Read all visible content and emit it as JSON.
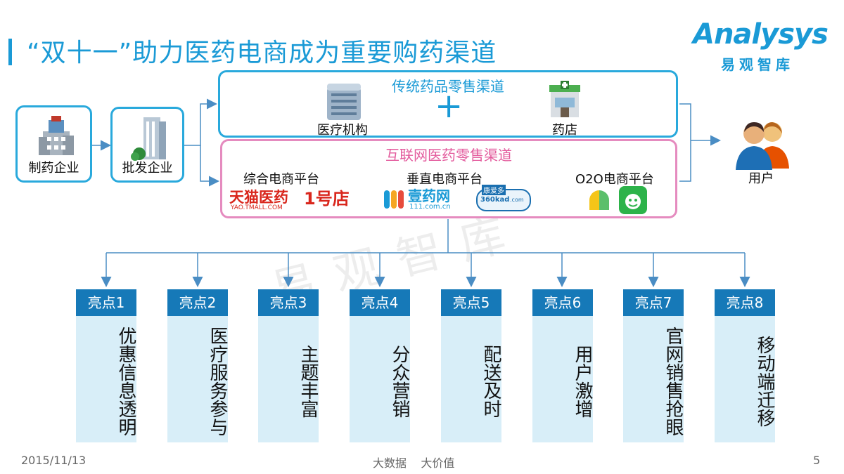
{
  "header": {
    "title": "“双十一”助力医药电商成为重要购药渠道",
    "logo_word": "Analysys",
    "logo_cn": "易观智库"
  },
  "watermark": "易观智库",
  "supply_chain": {
    "manufacturer": "制药企业",
    "wholesaler": "批发企业",
    "user": "用户"
  },
  "traditional_channel": {
    "title": "传统药品零售渠道",
    "plus": "+",
    "items": [
      {
        "label": "医疗机构",
        "icon": "hospital-building-icon"
      },
      {
        "label": "药店",
        "icon": "pharmacy-store-icon"
      }
    ]
  },
  "internet_channel": {
    "title": "互联网医药零售渠道",
    "platforms": [
      {
        "label": "综合电商平台",
        "logos": [
          "天猫医药",
          "YAO.TMALL.COM",
          "1号店"
        ]
      },
      {
        "label": "垂直电商平台",
        "logos": [
          "壹药网",
          "111.com.cn",
          "康爱多",
          "360kad",
          ".com"
        ]
      },
      {
        "label": "O2O电商平台",
        "logos": [
          "o2o-app-icon-1",
          "o2o-app-icon-2"
        ]
      }
    ]
  },
  "highlights": [
    {
      "label": "亮点1",
      "text": "优惠信息透明"
    },
    {
      "label": "亮点2",
      "text": "医疗服务参与"
    },
    {
      "label": "亮点3",
      "text": "主题丰富"
    },
    {
      "label": "亮点4",
      "text": "分众营销"
    },
    {
      "label": "亮点5",
      "text": "配送及时"
    },
    {
      "label": "亮点6",
      "text": "用户激增"
    },
    {
      "label": "亮点7",
      "text": "官网销售抢眼"
    },
    {
      "label": "亮点8",
      "text": "移动端迁移"
    }
  ],
  "footer": {
    "date": "2015/11/13",
    "center": "大数据    大价值",
    "page": "5"
  },
  "colors": {
    "accent_blue": "#1a9ad6",
    "highlight_head": "#1679b8",
    "highlight_body": "#d8eef8",
    "internet_pink": "#e58bbf",
    "arrow_blue": "#4a8dc4"
  }
}
